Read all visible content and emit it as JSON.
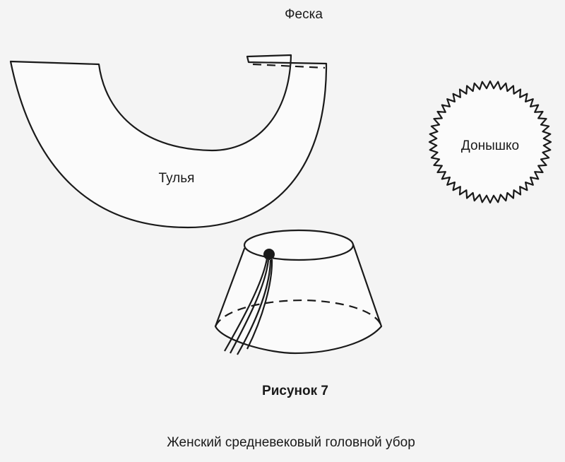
{
  "title": "Феска",
  "crown_label": "Тулья",
  "top_label": "Донышко",
  "figure_label": "Рисунок 7",
  "caption": "Женский средневековый головной убор",
  "colors": {
    "ink": "#1a1a1a",
    "paper": "#f4f4f4"
  }
}
